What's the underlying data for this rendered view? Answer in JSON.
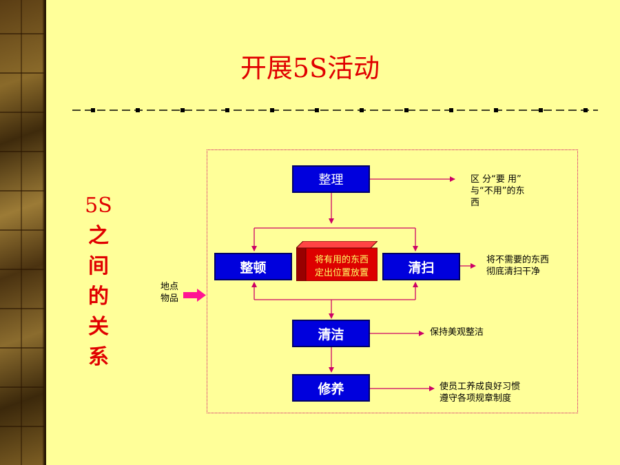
{
  "title": "开展5S活动",
  "side_title": {
    "prefix": "5S",
    "chars": [
      "之",
      "间",
      "的",
      "关",
      "系"
    ]
  },
  "nodes": {
    "seiri": "整理",
    "seiton": "整顿",
    "seiso": "清扫",
    "seiketsu": "清洁",
    "shitsuke": "修养"
  },
  "center_box": {
    "line1": "将有用的东西",
    "line2": "定出位置放置"
  },
  "input_label": {
    "line1": "地点",
    "line2": "物品"
  },
  "notes": {
    "seiri": [
      "区 分“要 用”",
      "与“不用”的东",
      "西"
    ],
    "seiso": [
      "将不需要的东西",
      "彻底清扫干净"
    ],
    "seiketsu": [
      "保持美观整洁"
    ],
    "shitsuke": [
      "使员工养成良好习惯",
      "遵守各项规章制度"
    ]
  },
  "colors": {
    "background": "#FFFF99",
    "title_red": "#E00000",
    "box_blue": "#0000DD",
    "arrow_magenta": "#CC0066",
    "cube_red": "#DD0000",
    "cube_text": "#FFFF66"
  }
}
